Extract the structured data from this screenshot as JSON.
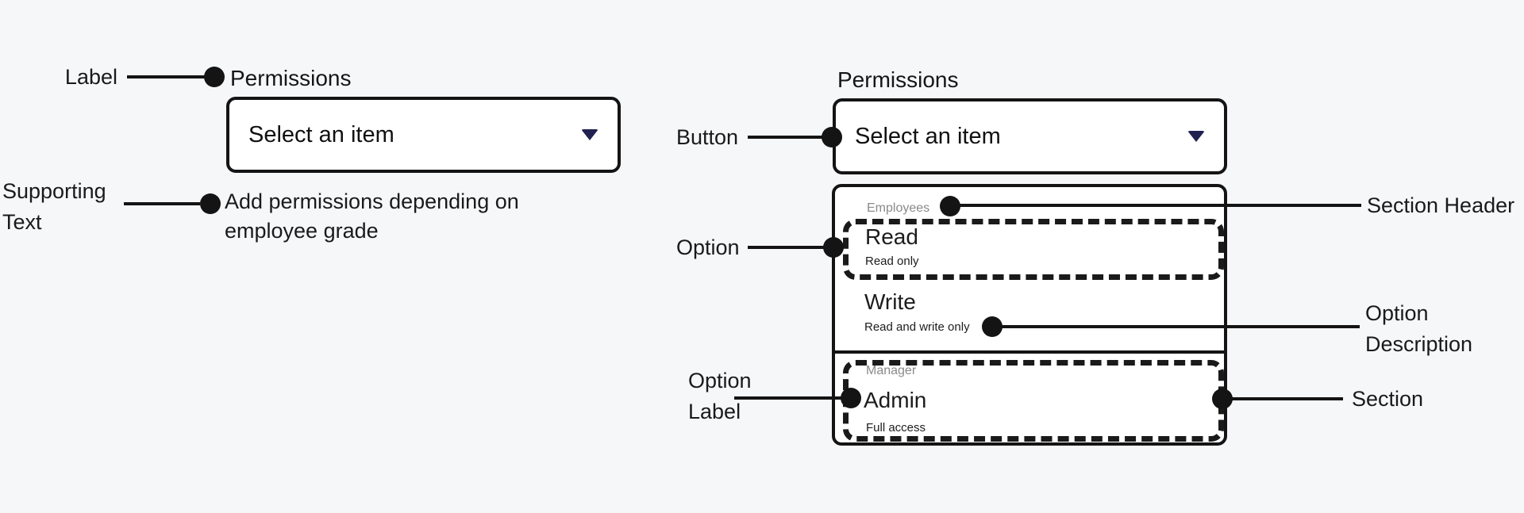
{
  "left_field": {
    "label": "Permissions",
    "button_text": "Select an item",
    "supporting_text": "Add permissions depending on employee grade"
  },
  "right_field": {
    "label": "Permissions",
    "button_text": "Select an item",
    "dropdown": {
      "sections": [
        {
          "header": "Employees",
          "options": [
            {
              "label": "Read",
              "description": "Read only"
            },
            {
              "label": "Write",
              "description": "Read and write only"
            }
          ]
        },
        {
          "header": "Manager",
          "options": [
            {
              "label": "Admin",
              "description": "Full access"
            }
          ]
        }
      ]
    }
  },
  "annotations": {
    "label": "Label",
    "supporting_text_line1": "Supporting",
    "supporting_text_line2": "Text",
    "button": "Button",
    "option": "Option",
    "option_label_line1": "Option",
    "option_label_line2": "Label",
    "section_header": "Section Header",
    "option_description_line1": "Option",
    "option_description_line2": "Description",
    "section": "Section"
  },
  "colors": {
    "background": "#f6f7f9",
    "annotation_ink": "#141414",
    "caret_accent": "#212150",
    "section_header_gray": "#8a8a8a"
  }
}
